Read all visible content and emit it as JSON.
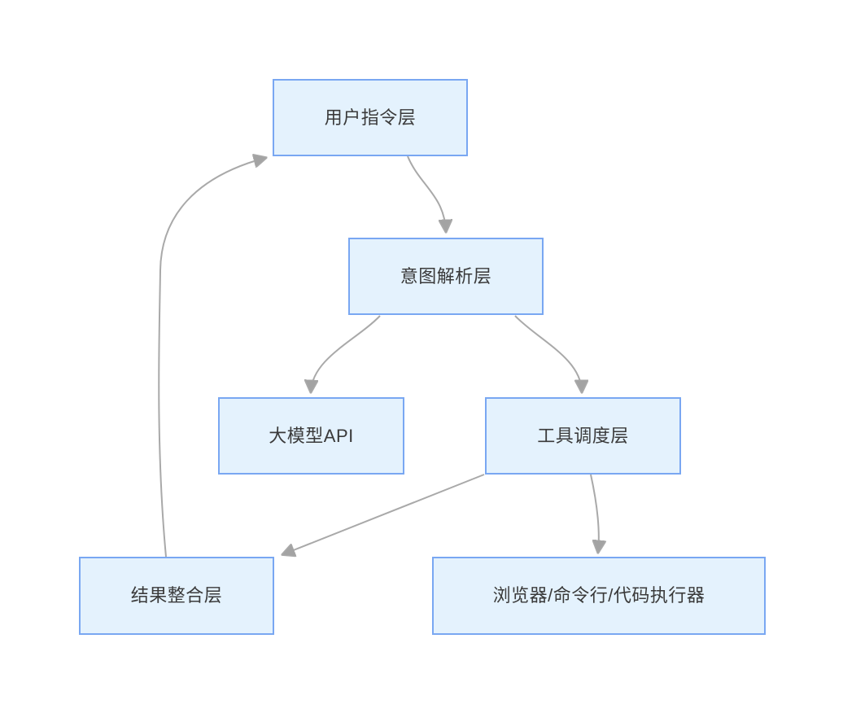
{
  "diagram": {
    "type": "flowchart",
    "background": "#FFFFFF",
    "colors": {
      "node_fill": "#E4F2FD",
      "node_border": "#79A7F2",
      "arrow_stroke": "#A9A9A9",
      "arrow_fill": "#A3A3A3",
      "text": "#3A3A3A"
    },
    "nodes": [
      {
        "id": "user-command",
        "label": "用户指令层"
      },
      {
        "id": "intent-parse",
        "label": "意图解析层"
      },
      {
        "id": "llm-api",
        "label": "大模型API"
      },
      {
        "id": "tool-dispatch",
        "label": "工具调度层"
      },
      {
        "id": "result-merge",
        "label": "结果整合层"
      },
      {
        "id": "executors",
        "label": "浏览器/命令行/代码执行器"
      }
    ],
    "edges": [
      {
        "from": "user-command",
        "to": "intent-parse"
      },
      {
        "from": "intent-parse",
        "to": "llm-api"
      },
      {
        "from": "intent-parse",
        "to": "tool-dispatch"
      },
      {
        "from": "tool-dispatch",
        "to": "result-merge"
      },
      {
        "from": "tool-dispatch",
        "to": "executors"
      },
      {
        "from": "result-merge",
        "to": "user-command"
      }
    ]
  }
}
